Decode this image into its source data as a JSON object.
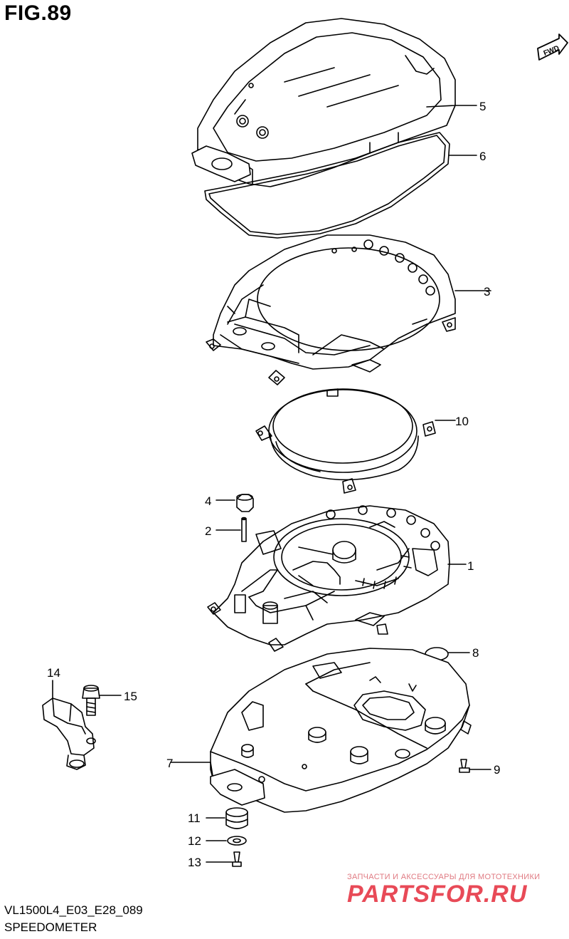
{
  "figure": {
    "title": "FIG.89",
    "code": "VL1500L4_E03_E28_089",
    "caption": "SPEEDOMETER",
    "fwd_label": "FWD"
  },
  "callouts": [
    {
      "id": "5",
      "label": "5"
    },
    {
      "id": "6",
      "label": "6"
    },
    {
      "id": "3",
      "label": "3"
    },
    {
      "id": "10",
      "label": "10"
    },
    {
      "id": "4",
      "label": "4"
    },
    {
      "id": "2",
      "label": "2"
    },
    {
      "id": "1",
      "label": "1"
    },
    {
      "id": "8",
      "label": "8"
    },
    {
      "id": "14",
      "label": "14"
    },
    {
      "id": "15",
      "label": "15"
    },
    {
      "id": "7",
      "label": "7"
    },
    {
      "id": "9",
      "label": "9"
    },
    {
      "id": "11",
      "label": "11"
    },
    {
      "id": "12",
      "label": "12"
    },
    {
      "id": "13",
      "label": "13"
    }
  ],
  "watermark": {
    "tagline": "ЗАПЧАСТИ И АКСЕССУАРЫ ДЛЯ МОТОТЕХНИКИ",
    "logo": "PARTSFOR.RU",
    "color": "#e84a57"
  },
  "colors": {
    "line": "#000000",
    "background": "#ffffff"
  }
}
